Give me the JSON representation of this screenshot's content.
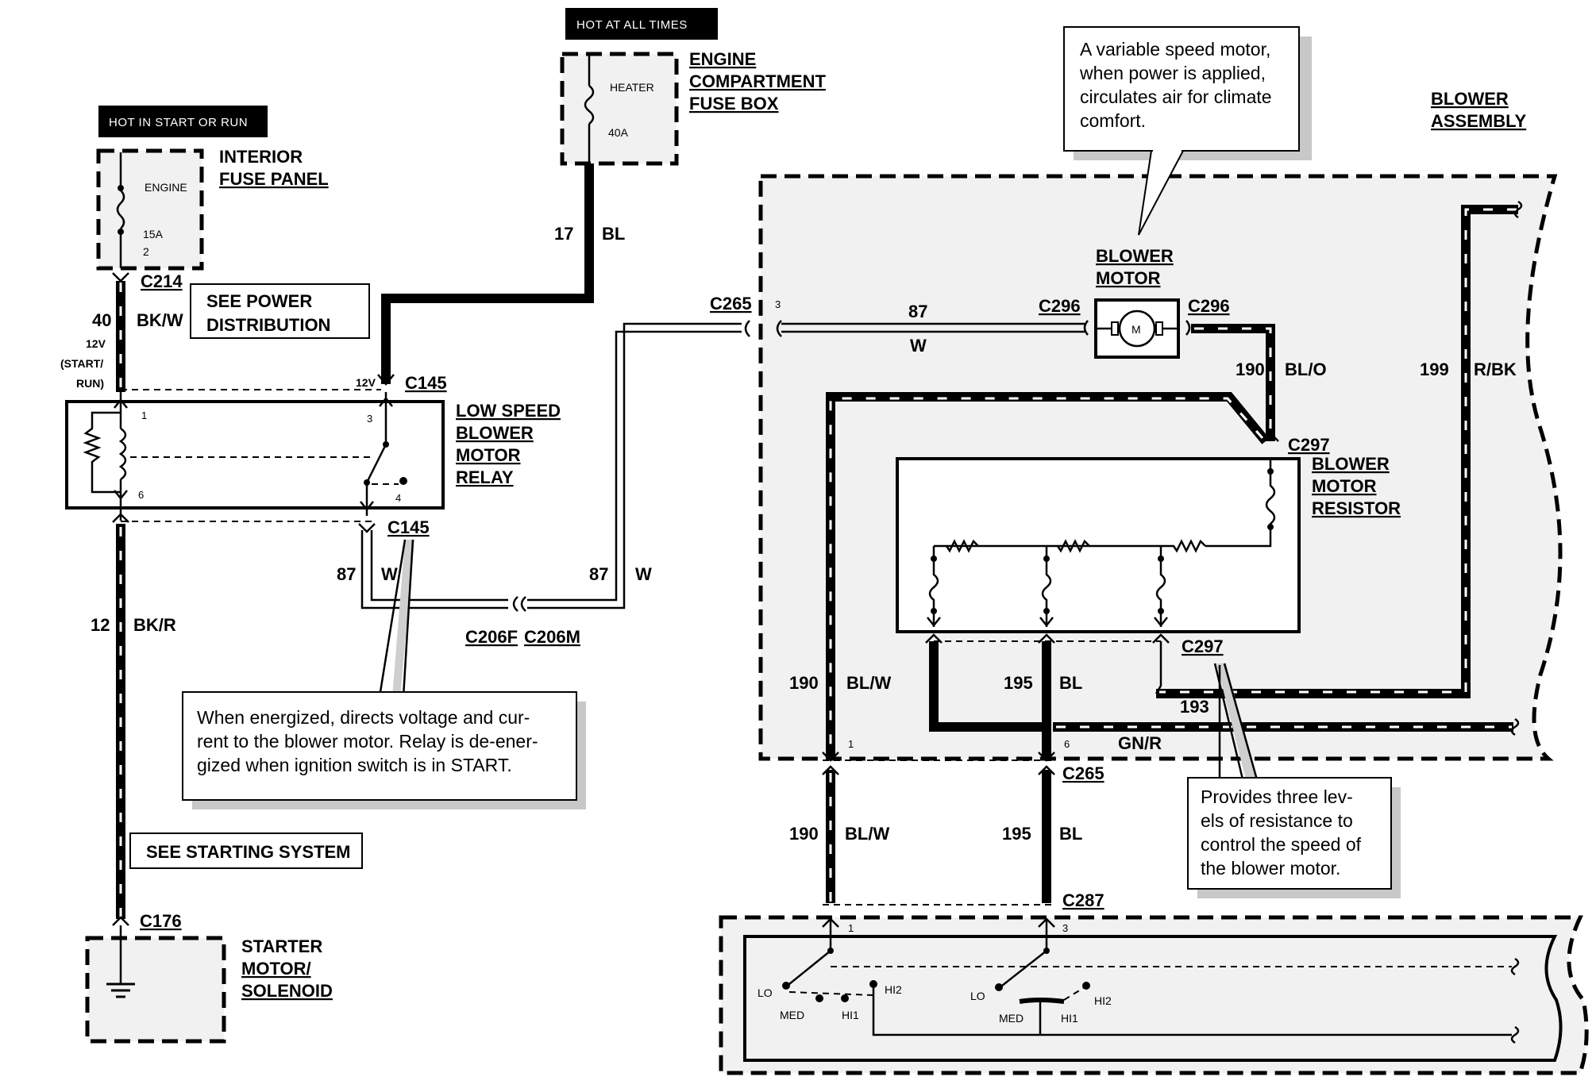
{
  "hot_tags": {
    "hot_in_start_or_run": "HOT IN START OR RUN",
    "hot_at_all_times": "HOT AT ALL TIMES"
  },
  "components": {
    "interior_fuse_panel": [
      "INTERIOR",
      "FUSE PANEL"
    ],
    "interior_fuse": {
      "name": "ENGINE",
      "rating": "15A",
      "pin": "2"
    },
    "engine_compartment_fuse_box": [
      "ENGINE",
      "COMPARTMENT",
      "FUSE BOX"
    ],
    "engine_fuse": {
      "name": "HEATER",
      "rating": "40A"
    },
    "low_speed_blower_motor_relay": [
      "LOW SPEED",
      "BLOWER",
      "MOTOR",
      "RELAY"
    ],
    "relay_pins": {
      "p1": "1",
      "p6": "6",
      "p3": "3",
      "p4": "4"
    },
    "blower_motor": [
      "BLOWER",
      "MOTOR"
    ],
    "motor_symbol": "M",
    "blower_motor_resistor": [
      "BLOWER",
      "MOTOR",
      "RESISTOR"
    ],
    "blower_assembly": [
      "BLOWER",
      "ASSEMBLY"
    ],
    "starter_motor_solenoid": [
      "STARTER",
      "MOTOR/",
      "SOLENOID"
    ],
    "see_power_distribution": [
      "SEE POWER",
      "DISTRIBUTION"
    ],
    "see_starting_system": "SEE STARTING SYSTEM"
  },
  "connectors": {
    "c214": "C214",
    "c145_top": "C145",
    "c145_bottom": "C145",
    "c265_left": "C265",
    "c265_bottom": "C265",
    "c296_left": "C296",
    "c296_right": "C296",
    "c297_top": "C297",
    "c297_bottom": "C297",
    "c206f": "C206F",
    "c206m": "C206M",
    "c176": "C176",
    "c287": "C287"
  },
  "wires": {
    "w17": {
      "circuit": "17",
      "color": "BL"
    },
    "w40": {
      "circuit": "40",
      "color": "BK/W",
      "note": [
        "12V",
        "(START/",
        "RUN)"
      ]
    },
    "w12v_relay": "12V",
    "w12": {
      "circuit": "12",
      "color": "BK/R"
    },
    "w87_relay": {
      "circuit": "87",
      "color": "W"
    },
    "w87_mid": {
      "circuit": "87",
      "color": "W"
    },
    "w87_top": {
      "circuit": "87",
      "color": "W"
    },
    "w190_top": {
      "circuit": "190",
      "color": "BL/O"
    },
    "w199": {
      "circuit": "199",
      "color": "R/BK"
    },
    "w190_blw": {
      "circuit": "190",
      "color": "BL/W"
    },
    "w195_bl": {
      "circuit": "195",
      "color": "BL"
    },
    "w193": {
      "circuit": "193",
      "color": "GN/R"
    },
    "w190_lower": {
      "circuit": "190",
      "color": "BL/W"
    },
    "w195_lower": {
      "circuit": "195",
      "color": "BL"
    }
  },
  "pins": {
    "c265_pin3": "3",
    "c265_pin1": "1",
    "c265_pin6": "6",
    "c287_pin1": "1",
    "c287_pin3": "3"
  },
  "switch_positions": {
    "left": {
      "lo": "LO",
      "med": "MED",
      "hi1": "HI1",
      "hi2": "HI2"
    },
    "right": {
      "lo": "LO",
      "med": "MED",
      "hi1": "HI1",
      "hi2": "HI2"
    }
  },
  "callouts": {
    "motor": [
      "A variable speed motor,",
      "when power is applied,",
      "circulates air for climate",
      "comfort."
    ],
    "relay": [
      "When energized, directs voltage and cur-",
      "rent to the blower motor. Relay is de-ener-",
      "gized when ignition switch is in START."
    ],
    "resistor": [
      "Provides three lev-",
      "els of resistance to",
      "control the speed of",
      "the blower motor."
    ]
  }
}
